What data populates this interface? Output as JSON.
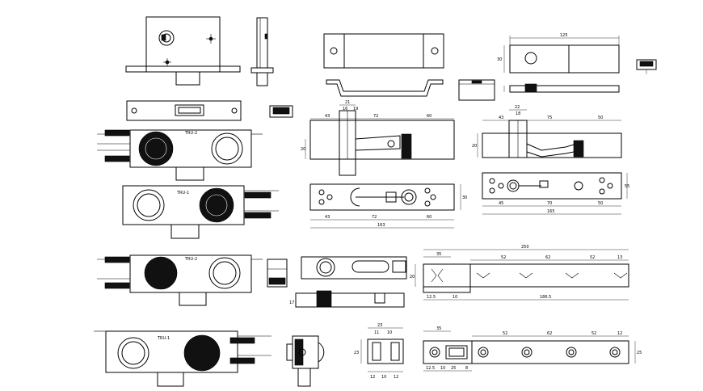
{
  "labels": {
    "tru2_a": "TRU-2",
    "tru1_a": "TRU-1",
    "tru2_b": "TRU-2",
    "tru1_b": "TRU-1"
  },
  "dims": {
    "top_right_width": "125",
    "top_right_height": "30",
    "p1_top_a": "21",
    "p1_top_b": "16",
    "p1_top_c": "19",
    "p1_43": "43",
    "p1_72": "72",
    "p1_60": "60",
    "p1_side": "20",
    "p1_bottom_43": "43",
    "p1_bottom_72": "72",
    "p1_bottom_60": "60",
    "p1_total": "163",
    "p1_right_h": "30",
    "p2_top_a": "22",
    "p2_top_b": "18",
    "p2_43": "43",
    "p2_75": "75",
    "p2_50": "50",
    "p2_side": "20",
    "p2_bottom_45": "45",
    "p2_bottom_70": "70",
    "p2_bottom_50": "50",
    "p2_total": "165",
    "p2_right_h": "55",
    "bar_total": "250",
    "bar_35": "35",
    "bar_52a": "52",
    "bar_62a": "62",
    "bar_52b": "52",
    "bar_13": "13",
    "bar_bottom_a": "12.5",
    "bar_bottom_b": "10",
    "bar_bottom_total": "186.5",
    "bar_h": "20",
    "bar2_35": "35",
    "bar2_52": "52",
    "bar2_62": "62",
    "bar2_52b": "52",
    "bar2_12": "12",
    "bar2_b1": "12.5",
    "bar2_b2": "10",
    "bar2_b3": "25",
    "bar2_b4": "8",
    "bar2_h": "25",
    "small_top_a": "23",
    "small_top_b": "11",
    "small_top_c": "10",
    "small_h": "23",
    "small_b1": "12",
    "small_b2": "10",
    "small_b3": "12",
    "tall_h": "17"
  }
}
